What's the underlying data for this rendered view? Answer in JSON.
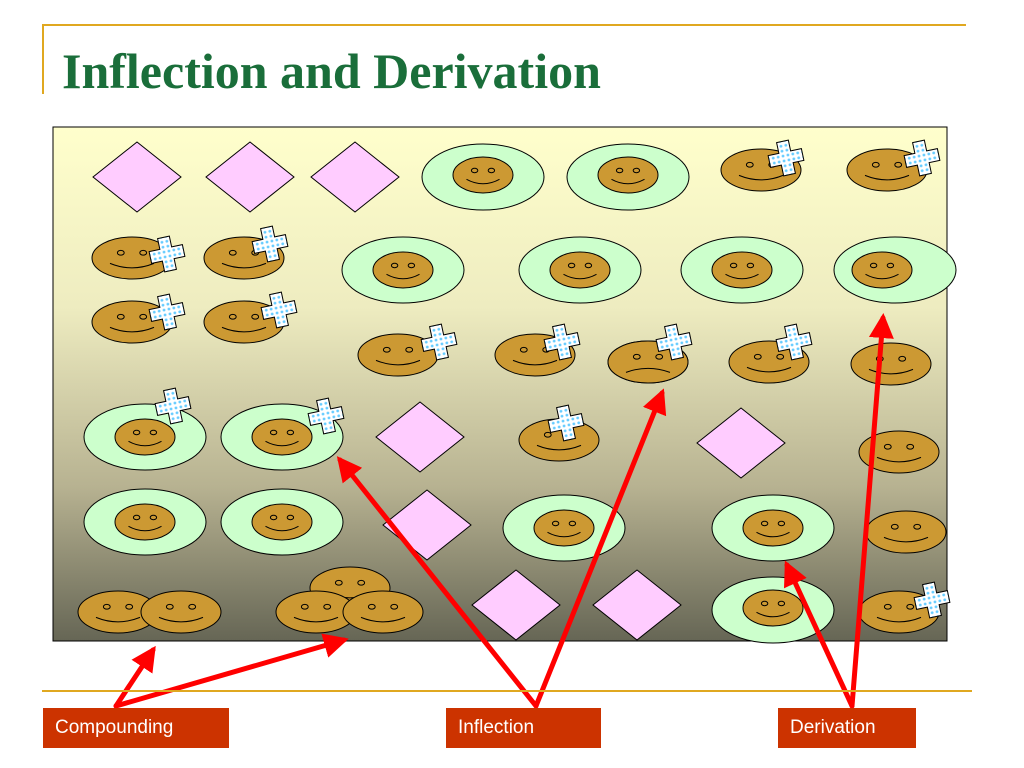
{
  "slide": {
    "title": "Inflection and Derivation"
  },
  "labels": {
    "compounding": "Compounding",
    "inflection": "Inflection",
    "derivation": "Derivation"
  },
  "colors": {
    "title": "#1a6e3a",
    "accent_line": "#e0a820",
    "label_box": "#cc3300",
    "label_text": "#ffffff",
    "arrow": "#ff0000",
    "diamond_fill": "#ffccff",
    "plate_fill": "#ccffcc",
    "face_fill": "#cc9933",
    "puzzle_fill": "#99ddff",
    "panel_top": "#ffffcc",
    "panel_bottom": "#666655"
  },
  "icons": [
    "diamond-icon",
    "smiley-face-icon",
    "plate-icon",
    "puzzle-piece-icon",
    "arrow-icon"
  ]
}
